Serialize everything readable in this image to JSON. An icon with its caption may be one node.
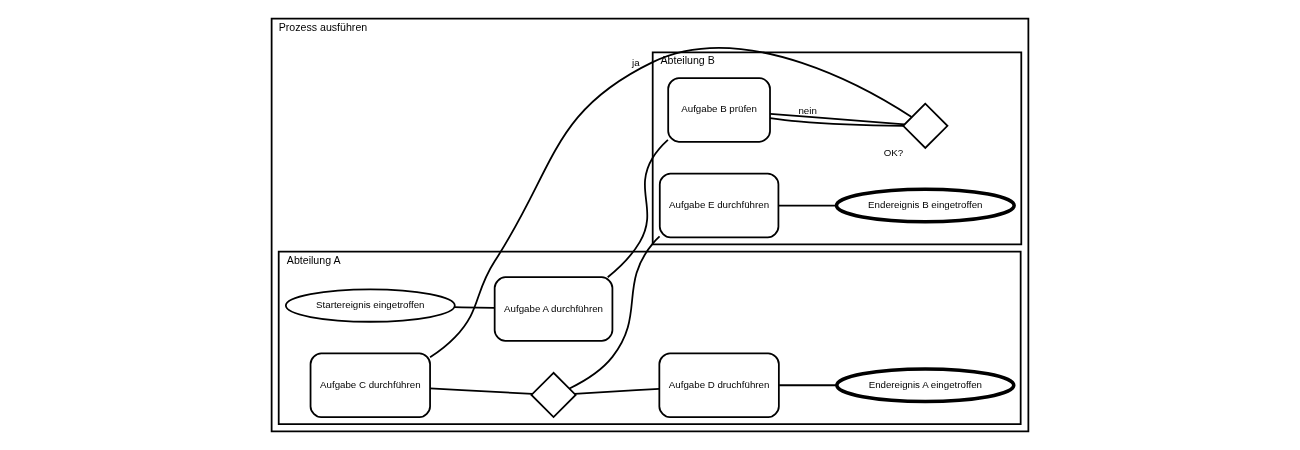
{
  "diagram": {
    "nodes": [
      {
        "text": [
          "Prozess ausführen"
        ]
      },
      {
        "text": [
          "Abteilung A"
        ],
        "in": 0
      },
      {
        "text": [
          "Startereignis eingetroffen"
        ],
        "in": 1
      },
      {
        "text": [
          "Aufgabe A durchführen"
        ],
        "in": 1
      },
      {
        "text": [
          "Aufgabe C durchführen"
        ],
        "in": 1
      },
      {
        "text": [],
        "shape": "diamond",
        "in": 1
      },
      {
        "text": [
          "Aufgabe D druchführen"
        ],
        "in": 1
      },
      {
        "text": [
          "Endereignis A eingetroffen"
        ],
        "in": 1
      },
      {
        "text": [
          "Abteilung B"
        ],
        "in": 0
      },
      {
        "text": [
          "Aufgabe B prüfen"
        ],
        "in": 8
      },
      {
        "text": [
          "OK?"
        ],
        "in": 8
      },
      {
        "text": [
          "Aufgabe E durchführen"
        ],
        "in": 8
      },
      {
        "text": [
          "Endereignis B eingetroffen"
        ],
        "in": 8
      }
    ],
    "edges": [
      {
        "from": 2,
        "to": 3,
        "arrow": "none"
      },
      {
        "from": 3,
        "to": 9,
        "arrow": "none"
      },
      {
        "from": 9,
        "to": 10,
        "arrow": "none"
      },
      {
        "from": 10,
        "to": 4,
        "arrow": "none",
        "label": "ja"
      },
      {
        "from": 10,
        "to": 9,
        "arrow": "none",
        "label": "nein"
      },
      {
        "from": 4,
        "to": 5,
        "arrow": "none"
      },
      {
        "from": 5,
        "to": 6,
        "arrow": "none"
      },
      {
        "from": 5,
        "to": 11,
        "arrow": "none"
      },
      {
        "from": 6,
        "to": 7,
        "arrow": "none"
      },
      {
        "from": 11,
        "to": 12,
        "arrow": "none"
      }
    ]
  }
}
